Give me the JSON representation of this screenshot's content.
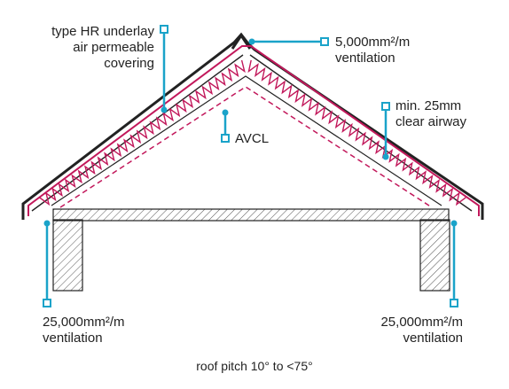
{
  "labels": {
    "underlay_line1": "type HR underlay",
    "underlay_line2": "air permeable",
    "underlay_line3": "covering",
    "ridge_vent_line1": "5,000mm²/m",
    "ridge_vent_line2": "ventilation",
    "airway_line1": "min. 25mm",
    "airway_line2": "clear airway",
    "avcl": "AVCL",
    "eaves_left_line1": "25,000mm²/m",
    "eaves_left_line2": "ventilation",
    "eaves_right_line1": "25,000mm²/m",
    "eaves_right_line2": "ventilation",
    "caption": "roof pitch 10° to <75°"
  },
  "colors": {
    "outline": "#222222",
    "membrane": "#c2185b",
    "leader": "#1aa3c9",
    "hatch": "#555555"
  }
}
